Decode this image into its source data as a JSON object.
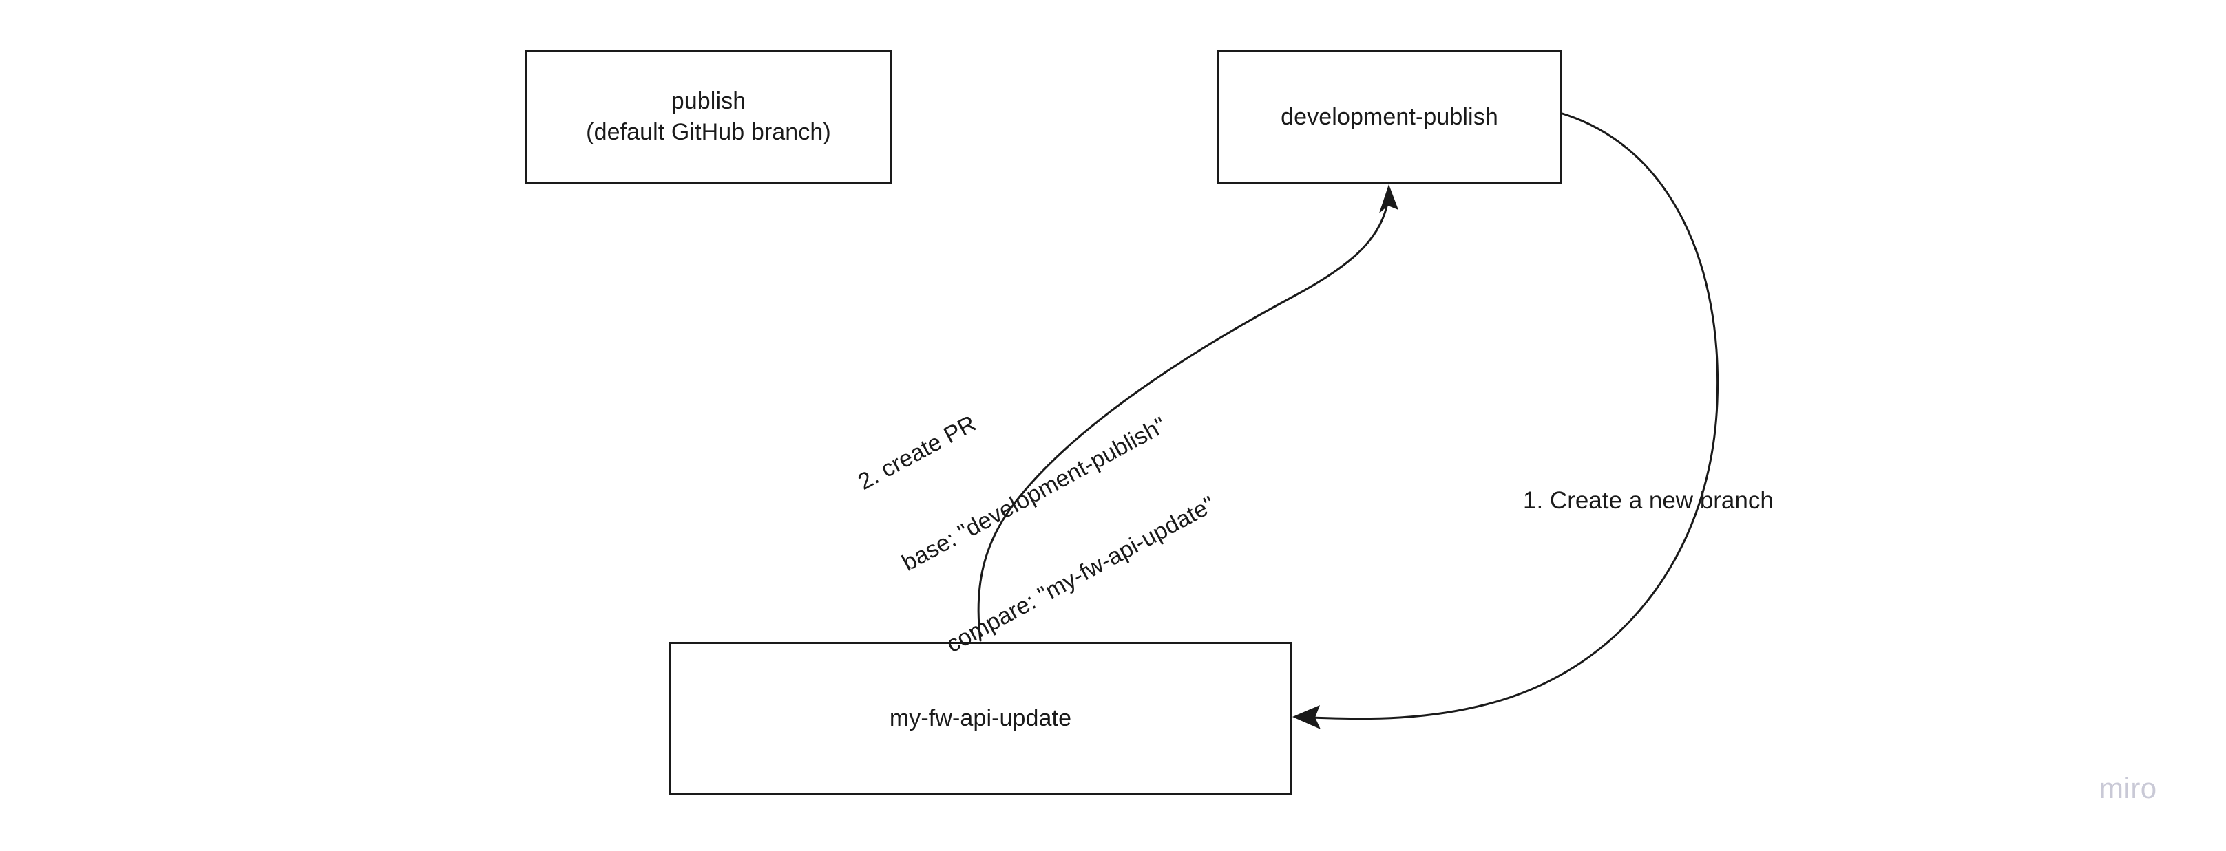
{
  "diagram": {
    "title_text": "GitHub branch / pull-request workflow",
    "background_color": "#ffffff",
    "stroke_color": "#1a1a1a",
    "nodes": [
      {
        "id": "publish",
        "label": "publish\n(default GitHub branch)",
        "line1": "publish",
        "line2": "(default GitHub branch)"
      },
      {
        "id": "development-publish",
        "label": "development-publish"
      },
      {
        "id": "my-fw-api-update",
        "label": "my-fw-api-update"
      }
    ],
    "edges": [
      {
        "id": "create-branch",
        "label": "1. Create a new branch",
        "from": "development-publish",
        "to": "my-fw-api-update",
        "arrowhead": "end"
      },
      {
        "id": "create-pr",
        "label_lines": [
          "2. create PR",
          "base: \"development-publish\"",
          "compare: \"my-fw-api-update\""
        ],
        "line1": "2. create PR",
        "line2": "base: \"development-publish\"",
        "line3": "compare: \"my-fw-api-update\"",
        "from": "my-fw-api-update",
        "to": "development-publish",
        "arrowhead": "end"
      }
    ],
    "watermark": {
      "text": "miro",
      "color": "#c9c9d6"
    }
  }
}
